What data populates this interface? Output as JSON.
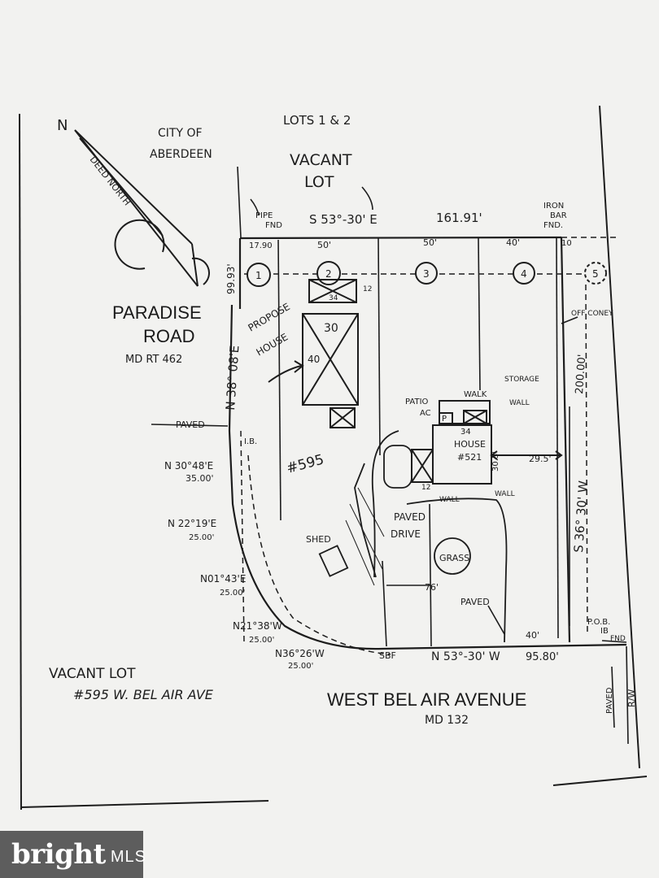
{
  "header": {
    "lots": "LOTS 1 & 2",
    "city": "CITY OF",
    "city_name": "ABERDEEN",
    "north_letter": "N",
    "deed_north": "DEED NORTH"
  },
  "labels": {
    "vacant_lot_top_1": "VACANT",
    "vacant_lot_top_2": "LOT",
    "pipe_fnd_1": "PIPE",
    "pipe_fnd_2": "FND",
    "north_bearing": "S 53°-30' E",
    "north_dist": "161.91'",
    "iron_bar_1": "IRON",
    "iron_bar_2": "BAR",
    "iron_bar_3": "FND.",
    "dim_1790": "17.90",
    "dim_50a": "50'",
    "dim_50b": "50'",
    "dim_40": "40'",
    "dim_10": "10",
    "lot_1": "1",
    "lot_2": "2",
    "lot_3": "3",
    "lot_4": "4",
    "lot_5": "5",
    "off_coney": "OFF CONEY",
    "paradise_1": "PARADISE",
    "paradise_2": "ROAD",
    "md_rt": "MD RT 462",
    "west_dist": "99.93'",
    "west_bearing": "N 38° 08'E",
    "proposed_1": "PROPOSE",
    "proposed_2": "HOUSE",
    "prop_30": "30",
    "prop_40": "40",
    "dim_34a": "34",
    "dim_12a": "12",
    "paved_left": "PAVED",
    "ib": "I.B.",
    "lot_number": "#595",
    "curve_1": "N 30°48'E",
    "curve_1_len": "35.00'",
    "curve_2": "N 22°19'E",
    "curve_2_len": "25.00'",
    "curve_3": "N01°43'E",
    "curve_3_len": "25.00'",
    "curve_4": "N21°38'W",
    "curve_4_len": "25.00'",
    "curve_5": "N36°26'W",
    "curve_5_len": "25.00'",
    "patio": "PATIO",
    "ac": "AC",
    "walk": "WALK",
    "storage": "STORAGE",
    "wall_1": "WALL",
    "wall_2": "WALL",
    "wall_3": "WALL",
    "p_box": "P",
    "house_1": "HOUSE",
    "house_2": "#521",
    "dim_34b": "34",
    "dim_303": "30.3'",
    "dim_12b": "12",
    "dim_295": "29.5'",
    "paved_drive_1": "PAVED",
    "paved_drive_2": "DRIVE",
    "grass": "GRASS",
    "shed": "SHED",
    "dim_76": "76'",
    "paved_bottom": "PAVED",
    "east_dist": "200.00'",
    "east_bearing": "S 36° 30' W",
    "pob_1": "P.O.B.",
    "pob_2": "IB",
    "pob_3": "FND",
    "dim_40b": "40'",
    "sbf": "SBF",
    "south_bearing": "N 53°-30' W",
    "south_dist": "95.80'",
    "vacant_left": "VACANT LOT",
    "address": "#595 W. BEL AIR AVE",
    "street": "WEST BEL AIR AVENUE",
    "md_132": "MD 132",
    "paved_right": "PAVED",
    "rw": "R/W"
  },
  "watermark": {
    "brand": "bright",
    "suffix": "MLS"
  }
}
